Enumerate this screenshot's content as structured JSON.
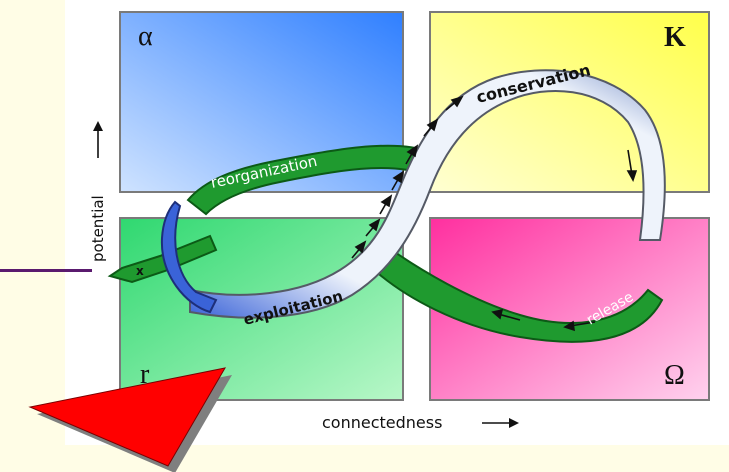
{
  "quadrants": {
    "top_left": {
      "symbol": "α",
      "color_dark": "#2f7fff",
      "color_light": "#cfe3ff"
    },
    "top_right": {
      "symbol": "K",
      "color_dark": "#ffff4a",
      "color_light": "#ffffd2"
    },
    "bottom_left": {
      "symbol": "r",
      "color_dark": "#2fd870",
      "color_light": "#b8f7c8"
    },
    "bottom_right": {
      "symbol": "Ω",
      "color_dark": "#ff2f9f",
      "color_light": "#ffd2ee"
    }
  },
  "loop_labels": {
    "conservation": "conservation",
    "reorganization": "reorganization",
    "exploitation": "exploitation",
    "release": "release",
    "exit": "x"
  },
  "axes": {
    "y_label": "potential",
    "x_label": "connectedness"
  },
  "colors": {
    "background": "#fffde6",
    "accent_line": "#5a1a6e",
    "loop_green": "#1f9a2f",
    "loop_white": "#eef3fb",
    "loop_blue": "#3a63d8",
    "pointer_red": "#ff0000"
  },
  "icons": {
    "pointer": "red-arrow-pointer-icon"
  }
}
